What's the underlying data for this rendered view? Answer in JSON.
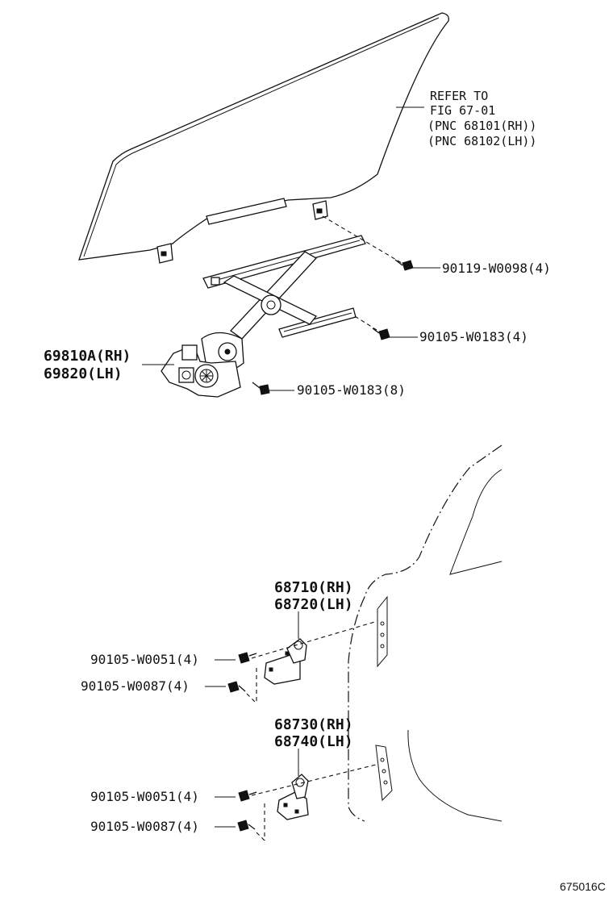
{
  "refer_note": {
    "line1": "REFER TO",
    "line2": "FIG 67-01",
    "line3": "(PNC 68101(RH))",
    "line4": "(PNC 68102(LH))"
  },
  "regulator": {
    "rh": "69810A(RH)",
    "lh": "69820(LH)"
  },
  "bolts": {
    "glass_bolt": "90119-W0098(4)",
    "rail_bolt": "90105-W0183(4)",
    "motor_bolt": "90105-W0183(8)"
  },
  "upper_hinge": {
    "rh": "68710(RH)",
    "lh": "68720(LH)",
    "bolt_a": "90105-W0051(4)",
    "bolt_b": "90105-W0087(4)"
  },
  "lower_hinge": {
    "rh": "68730(RH)",
    "lh": "68740(LH)",
    "bolt_a": "90105-W0051(4)",
    "bolt_b": "90105-W0087(4)"
  },
  "figure_code": "675016C"
}
